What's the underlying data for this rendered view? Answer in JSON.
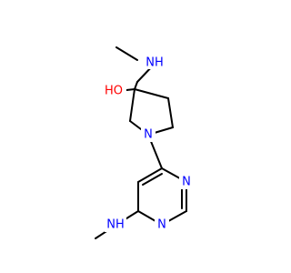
{
  "molecule": {
    "colors": {
      "bond": "#000000",
      "heteroatom": "#0000ff",
      "oxygen": "#ff0000"
    },
    "labels": {
      "nh_top": "NH",
      "oh": "HO",
      "n_ring": "N",
      "n_pyr_top": "N",
      "n_pyr_bottom": "N",
      "nh_bottom": "NH"
    }
  }
}
